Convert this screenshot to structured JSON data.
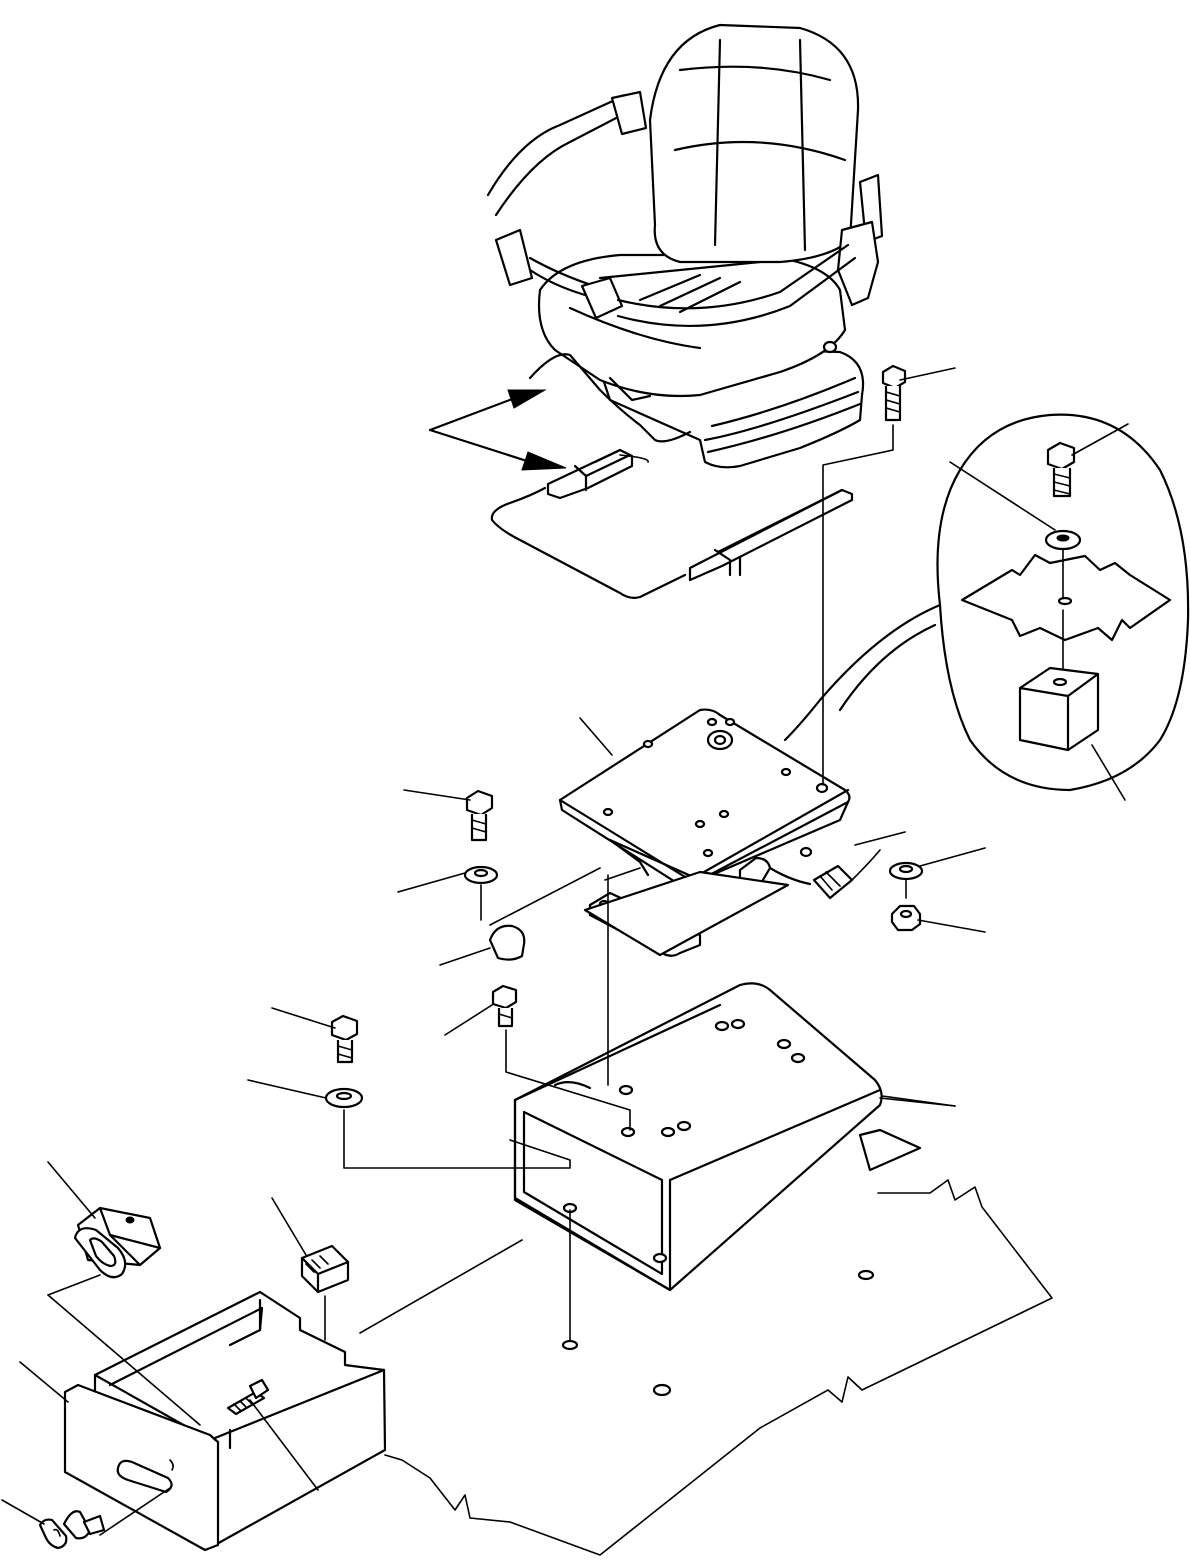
{
  "figure": {
    "labels": [],
    "colors": {
      "line": "#000000",
      "background": "#ffffff"
    }
  },
  "parts": [
    {
      "id": "operator-seat",
      "icon": "seat-icon"
    },
    {
      "id": "seat-belt",
      "icon": "belt-icon"
    },
    {
      "id": "slide-rails",
      "icon": "rail-icon"
    },
    {
      "id": "swivel-plate",
      "icon": "plate-icon"
    },
    {
      "id": "seat-stand",
      "icon": "stand-icon"
    },
    {
      "id": "storage-drawer",
      "icon": "drawer-icon"
    },
    {
      "id": "rubber-block",
      "icon": "block-icon"
    },
    {
      "id": "cushion-stopper",
      "icon": "block-icon"
    },
    {
      "id": "latch-pin",
      "icon": "pin-icon"
    }
  ]
}
